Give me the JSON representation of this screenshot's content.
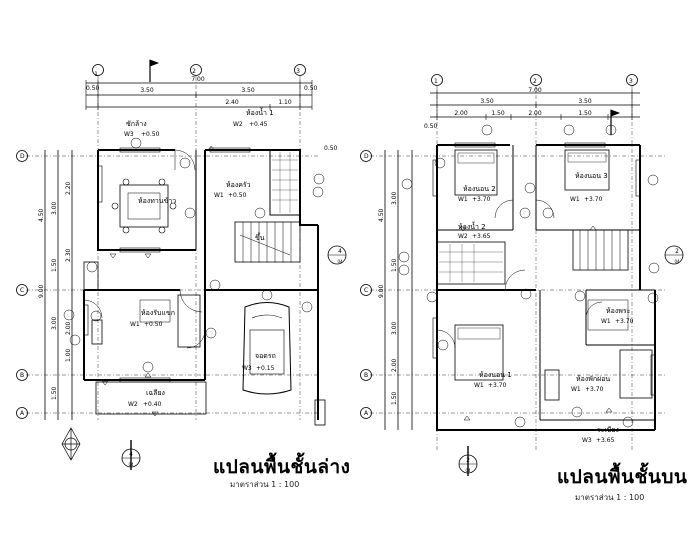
{
  "left_plan": {
    "title": "แปลนพื้นชั้นล่าง",
    "scale": "มาตราส่วน 1 : 100",
    "grid_cols": [
      "1",
      "2",
      "3"
    ],
    "grid_rows": [
      "D",
      "C",
      "B",
      "A"
    ],
    "top_dims": [
      "0.50",
      "7.00",
      "3.50",
      "3.50",
      "2.40",
      "1.10",
      "0.50"
    ],
    "left_dims": [
      "4.50",
      "3.00",
      "2.20",
      "1.50",
      "2.30",
      "9.00",
      "3.00",
      "2.00",
      "1.00",
      "1.50",
      "0.50"
    ],
    "rooms": [
      {
        "name": "ซักล้าง",
        "tag": "W3",
        "level": "+0.50"
      },
      {
        "name": "ห้องน้ำ 1",
        "tag": "W2",
        "level": "+0.45"
      },
      {
        "name": "ห้องทานข้าว",
        "tag": "",
        "level": ""
      },
      {
        "name": "ห้องครัว",
        "tag": "W1",
        "level": "+0.50"
      },
      {
        "name": "ห้องรับแขก",
        "tag": "W1",
        "level": "+0.50"
      },
      {
        "name": "จอดรถ",
        "tag": "W3",
        "level": "+0.15"
      },
      {
        "name": "เฉลียง",
        "tag": "W2",
        "level": "+0.40"
      }
    ],
    "stair_label": "ขึ้น",
    "section_mark": "4",
    "section_sub": "04"
  },
  "right_plan": {
    "title": "แปลนพื้นชั้นบน",
    "scale": "มาตราส่วน 1 : 100",
    "grid_cols": [
      "1",
      "2",
      "3"
    ],
    "grid_rows": [
      "D",
      "C",
      "B",
      "A"
    ],
    "top_dims": [
      "7.00",
      "3.50",
      "3.50",
      "2.00",
      "1.50",
      "2.00",
      "1.50",
      "0.50"
    ],
    "left_dims": [
      "4.50",
      "3.00",
      "1.50",
      "9.00",
      "3.00",
      "2.00",
      "1.50"
    ],
    "rooms": [
      {
        "name": "ห้องนอน 2",
        "tag": "W1",
        "level": "+3.70"
      },
      {
        "name": "ห้องนอน 3",
        "tag": "W1",
        "level": "+3.70"
      },
      {
        "name": "ห้องน้ำ 2",
        "tag": "W2",
        "level": "+3.65"
      },
      {
        "name": "ห้องพระ",
        "tag": "W1",
        "level": "+3.70"
      },
      {
        "name": "ห้องนอน 1",
        "tag": "W1",
        "level": "+3.70"
      },
      {
        "name": "ห้องพักผ่อน",
        "tag": "W1",
        "level": "+3.70"
      },
      {
        "name": "ระเบียง",
        "tag": "W3",
        "level": "+3.65"
      }
    ],
    "section_mark": "2",
    "section_sub": "04"
  }
}
